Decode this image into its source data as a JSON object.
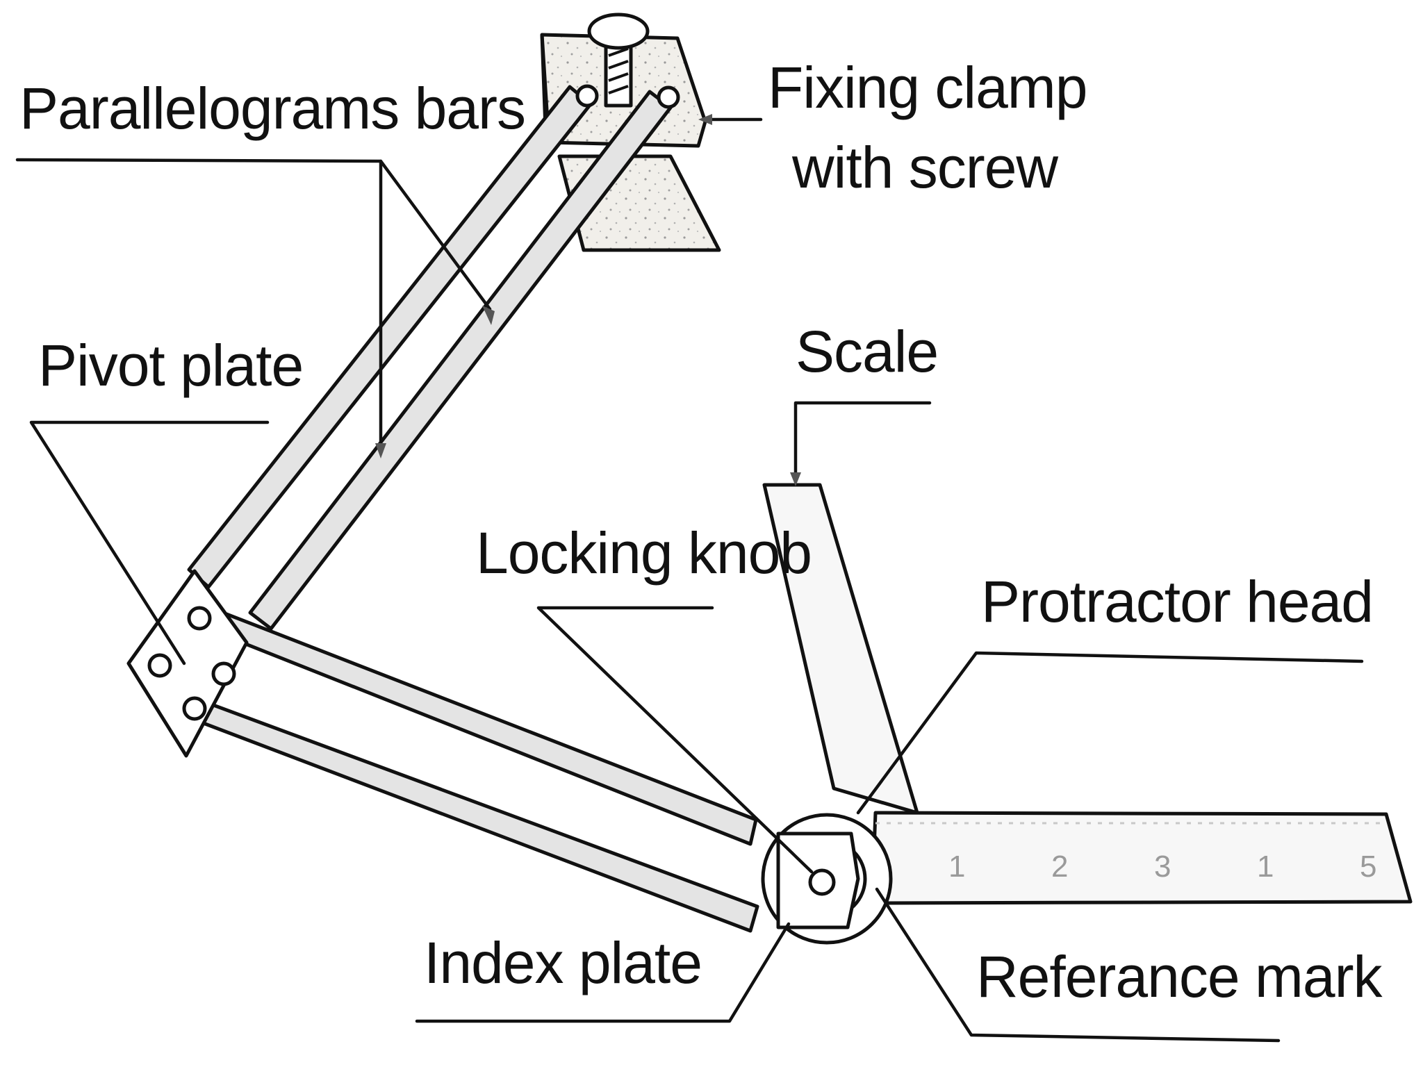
{
  "labels": {
    "parallelograms_bars": "Parallelograms bars",
    "fixing_clamp_line1": "Fixing clamp",
    "fixing_clamp_line2": "with screw",
    "pivot_plate": "Pivot plate",
    "scale": "Scale",
    "locking_knob": "Locking knob",
    "protractor_head": "Protractor head",
    "index_plate": "Index plate",
    "reference_mark": "Referance mark"
  },
  "scale_ticks": [
    "1",
    "2",
    "3",
    "1",
    "5"
  ],
  "colors": {
    "ink": "#111111",
    "bar_fill": "#e4e4e4",
    "clamp_fill": "#f1efea",
    "scale_fill": "#f7f7f7"
  }
}
